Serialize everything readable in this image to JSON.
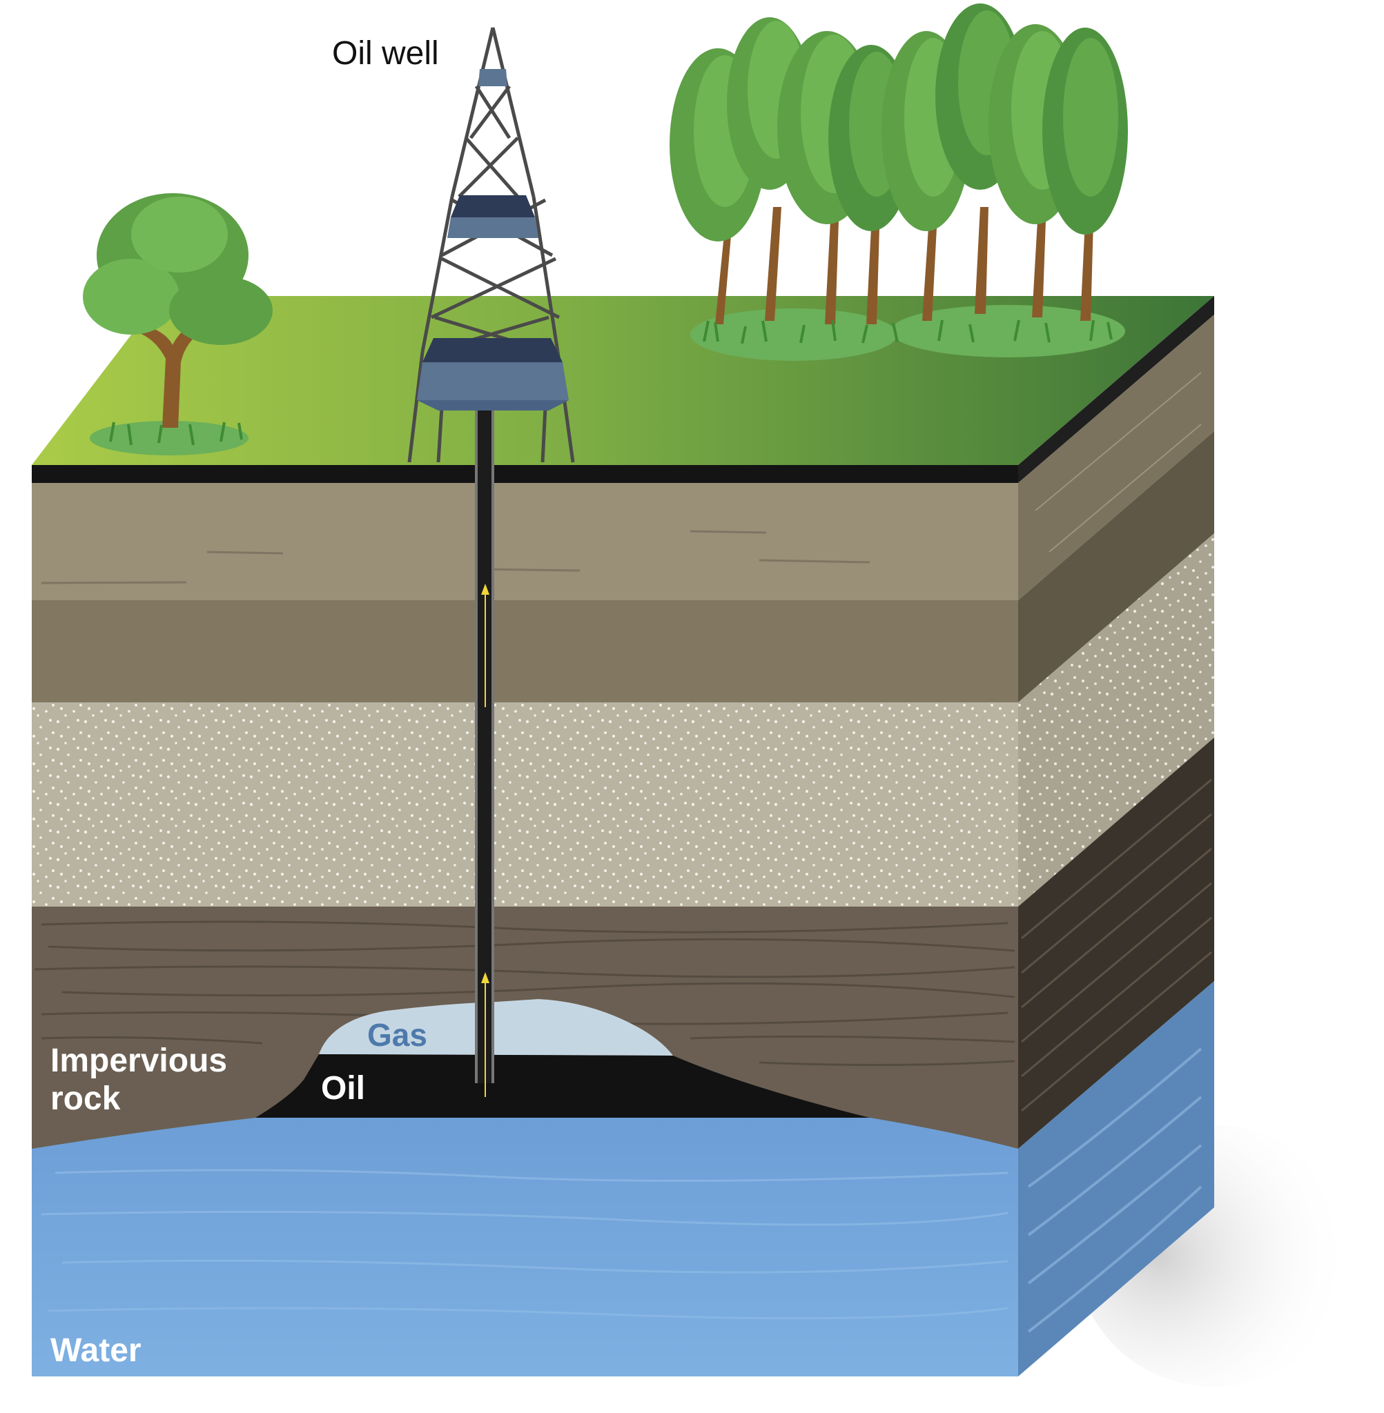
{
  "labels": {
    "oil_well": "Oil well",
    "gas": "Gas",
    "oil": "Oil",
    "impervious_line1": "Impervious",
    "impervious_line2": "rock",
    "water": "Water"
  },
  "colors": {
    "grass_light": "#a6c94a",
    "grass_dark": "#3f7a3a",
    "topsoil_front": "#9a9078",
    "topsoil_side": "#7c735e",
    "clay_front": "#827760",
    "clay_side": "#5f5846",
    "sand_front": "#b9b3a2",
    "sand_side": "#a39d8b",
    "rock_front": "#6a5f52",
    "rock_side": "#3a332b",
    "water_front": "#6a9fd6",
    "water_side": "#5a87b8",
    "gas": "#c5d6e3",
    "gas_label": "#4e7aab",
    "oil": "#121212",
    "pipe": "#1c1c1c",
    "derrick": "#5b7592",
    "tree_green": "#62a94a",
    "trunk": "#8a5a2b"
  },
  "icons": {
    "derrick": "oil-derrick-icon",
    "tree": "tree-icon",
    "arrow": "arrow-up-icon"
  }
}
